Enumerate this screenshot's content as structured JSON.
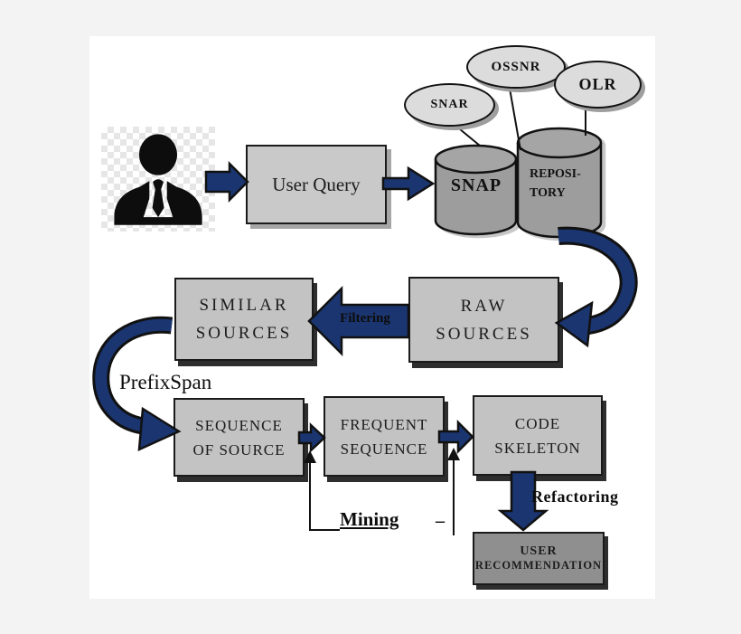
{
  "colors": {
    "arrow_navy": "#1a356f",
    "box_fill": "#c3c3c3",
    "cylinder_fill": "#9d9d9d",
    "ellipse_fill": "#dcdcdc",
    "user_recommendation_fill": "#8f8f8f",
    "outline": "#111111"
  },
  "actor": {
    "icon": "person-silhouette"
  },
  "nodes": {
    "user_query": "User Query",
    "snap": "SNAP",
    "repository": [
      "REPOSI-",
      "TORY"
    ],
    "snar": "SNAR",
    "ossnr": "OSSNR",
    "olr": "OLR",
    "raw_sources": [
      "RAW",
      "SOURCES"
    ],
    "similar_sources": [
      "SIMILAR",
      "SOURCES"
    ],
    "sequence_of_source": [
      "SEQUENCE",
      "OF SOURCE"
    ],
    "frequent_sequence": [
      "FREQUENT",
      "SEQUENCE"
    ],
    "code_skeleton": [
      "CODE",
      "SKELETON"
    ],
    "user_recommendation": [
      "USER",
      "RECOMMENDATION"
    ]
  },
  "edge_labels": {
    "filtering": "Filtering",
    "prefixspan": "PrefixSpan",
    "mining": "Mining",
    "refactoring": "Refactoring",
    "underscore_mark": "_"
  }
}
